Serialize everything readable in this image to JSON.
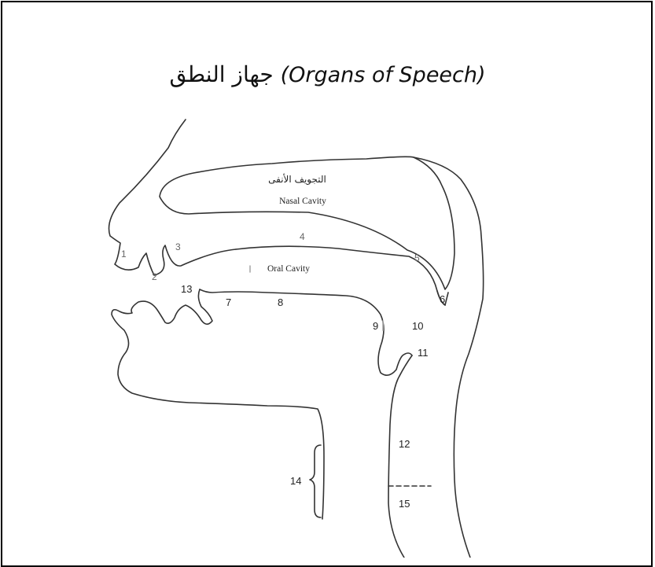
{
  "title": {
    "arabic": "جهاز النطق",
    "english": "(Organs of Speech)"
  },
  "cavities": {
    "nasal_arabic": "التجويف الأنفى",
    "nasal": "Nasal Cavity",
    "oral": "Oral Cavity"
  },
  "labels": [
    "1",
    "2",
    "3",
    "4",
    "5",
    "6",
    "7",
    "8",
    "9",
    "10",
    "11",
    "12",
    "13",
    "14",
    "15"
  ]
}
